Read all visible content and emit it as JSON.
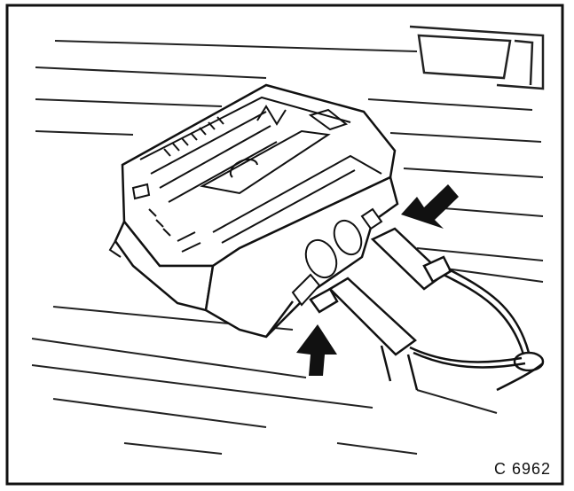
{
  "figure": {
    "code": "C 6962",
    "callouts": [
      {
        "name": "arrow-upper-connector",
        "direction": "down-left"
      },
      {
        "name": "arrow-lower-connector",
        "direction": "up"
      }
    ],
    "colors": {
      "ink": "#111111",
      "paper": "#ffffff"
    }
  }
}
